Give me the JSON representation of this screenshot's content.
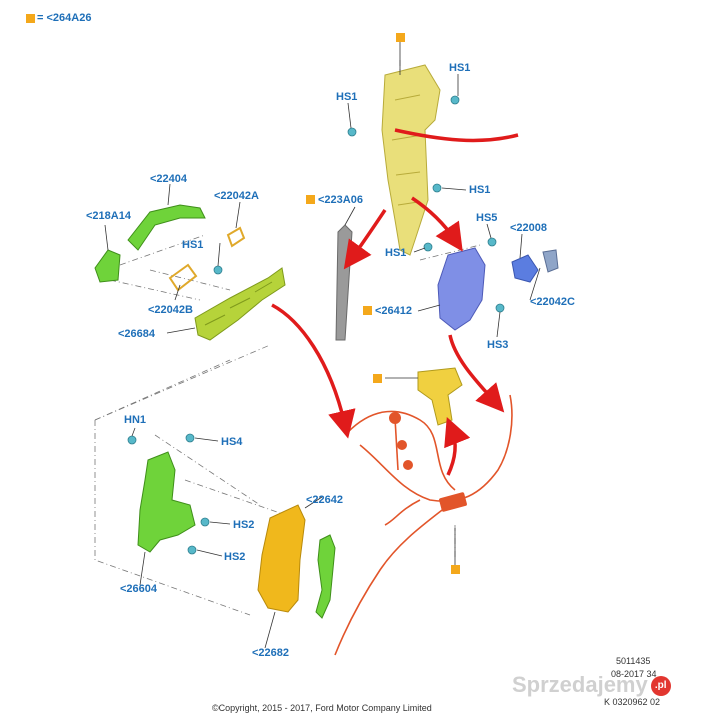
{
  "legend": {
    "color": "#f4a81b",
    "text": "= <264A26"
  },
  "labels": {
    "hs1_top": "HS1",
    "hs1_left": "HS1",
    "hs1_mid": "HS1",
    "hs1_low": "HS1",
    "hs1_handle": "HS1",
    "hs5": "HS5",
    "hs3": "HS3",
    "hs4": "HS4",
    "hs2_a": "HS2",
    "hs2_b": "HS2",
    "hn1": "HN1",
    "p22404": "<22404",
    "p22042a": "<22042A",
    "p218a14": "<218A14",
    "p22042b": "<22042B",
    "p26684": "<26684",
    "p223a06": "<223A06",
    "p22008": "<22008",
    "p22042c": "<22042C",
    "p26412": "<26412",
    "p22642": "<22642",
    "p26604": "<26604",
    "p22682": "<22682"
  },
  "colors": {
    "label_blue": "#1e6fb8",
    "part_yellow": "#e9df7a",
    "part_green": "#6fd33a",
    "part_olive": "#b6d33a",
    "part_blue": "#7f8fe6",
    "part_gray": "#9a9a9a",
    "part_gold": "#f0b81c",
    "part_orange": "#e2552a",
    "arrow_red": "#e01b1b",
    "fastener": "#57b8c9"
  },
  "doc": {
    "line1": "5011435",
    "line2": "08-2017 34",
    "line3": "K 0320962 02"
  },
  "watermark": {
    "text": "Sprzedajemy",
    "badge": ".pl"
  },
  "copyright": "©Copyright, 2015 - 2017, Ford Motor Company Limited"
}
